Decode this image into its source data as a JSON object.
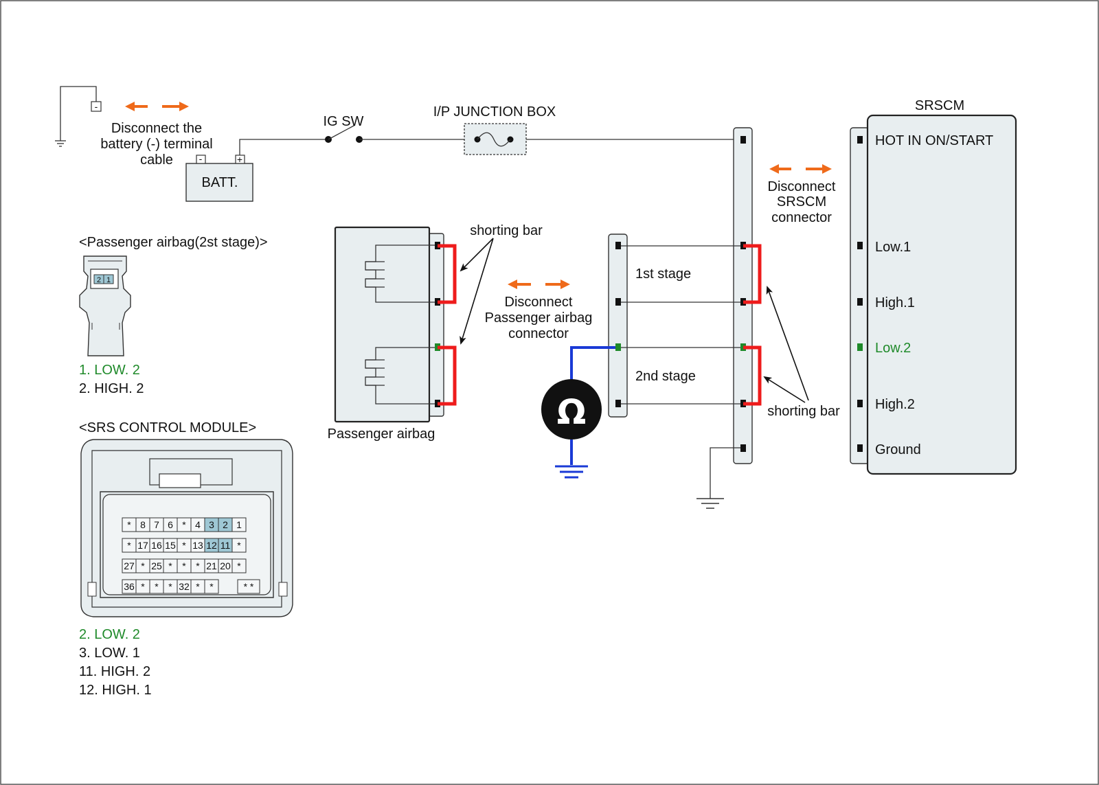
{
  "top": {
    "disconnect_battery": [
      "Disconnect the",
      "battery (-) terminal",
      "cable"
    ],
    "batt_label": "BATT.",
    "batt_neg": "-",
    "batt_pos": "+",
    "batt_cable_neg": "-",
    "ig_sw": "IG SW",
    "ip_junction_box": "I/P JUNCTION BOX"
  },
  "srscm": {
    "title": "SRSCM",
    "pins": [
      {
        "label": "HOT IN ON/START",
        "highlight": false
      },
      {
        "label": "Low.1",
        "highlight": false
      },
      {
        "label": "High.1",
        "highlight": false
      },
      {
        "label": "Low.2",
        "highlight": true
      },
      {
        "label": "High.2",
        "highlight": false
      },
      {
        "label": "Ground",
        "highlight": false
      }
    ],
    "disconnect": [
      "Disconnect",
      "SRSCM",
      "connector"
    ]
  },
  "mid": {
    "shorting_bar_top": "shorting bar",
    "shorting_bar_right": "shorting bar",
    "stage1": "1st stage",
    "stage2": "2nd stage",
    "disconnect_airbag": [
      "Disconnect",
      "Passenger airbag",
      "connector"
    ],
    "passenger_airbag": "Passenger airbag",
    "ohm_symbol": "Ω"
  },
  "passenger_connector": {
    "title": "<Passenger airbag(2st stage)>",
    "pin_a": "2",
    "pin_b": "1",
    "legend": [
      {
        "text": "1. LOW. 2",
        "highlight": true
      },
      {
        "text": "2. HIGH. 2",
        "highlight": false
      }
    ]
  },
  "srs_module": {
    "title": "<SRS CONTROL MODULE>",
    "rows": [
      [
        "*",
        "8",
        "7",
        "6",
        "*",
        "4",
        "3",
        "2",
        "1"
      ],
      [
        "*",
        "17",
        "16",
        "15",
        "*",
        "13",
        "12",
        "11",
        "*"
      ],
      [
        "27",
        "*",
        "25",
        "*",
        "*",
        "*",
        "21",
        "20",
        "*"
      ],
      [
        "36",
        "*",
        "*",
        "*",
        "32",
        "*",
        "*",
        "",
        "* *"
      ]
    ],
    "highlighted": [
      "3",
      "2",
      "12",
      "11"
    ],
    "legend": [
      {
        "text": "2. LOW. 2",
        "highlight": true
      },
      {
        "text": "3. LOW. 1",
        "highlight": false
      },
      {
        "text": "11. HIGH. 2",
        "highlight": false
      },
      {
        "text": "12. HIGH. 1",
        "highlight": false
      }
    ]
  },
  "colors": {
    "highlight_green": "#1f8a2a",
    "shorting_red": "#ee1c1c",
    "probe_blue": "#1a3ad6",
    "disconnect_orange": "#ef6a1a",
    "pin_highlight": "#9ec7d4"
  }
}
